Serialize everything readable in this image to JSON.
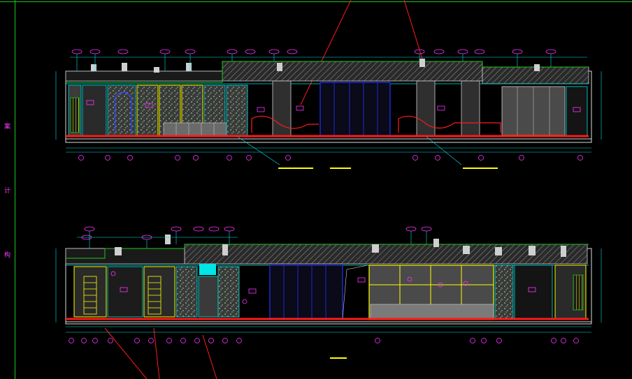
{
  "colors": {
    "background": "#000000",
    "frame_green": "#1fc61f",
    "cyan": "#00e5e5",
    "yellow": "#ffff00",
    "magenta": "#ff33ff",
    "red": "#ff1a1a",
    "blue": "#2233ff",
    "white": "#ffffff",
    "panel_gray": "#5a5a5a"
  },
  "sidebar_labels": [
    "案",
    "计",
    "构"
  ],
  "drawings": [
    {
      "id": "upper-elevation",
      "title": "",
      "note": ""
    },
    {
      "id": "lower-elevation",
      "title": "",
      "note": ""
    }
  ]
}
